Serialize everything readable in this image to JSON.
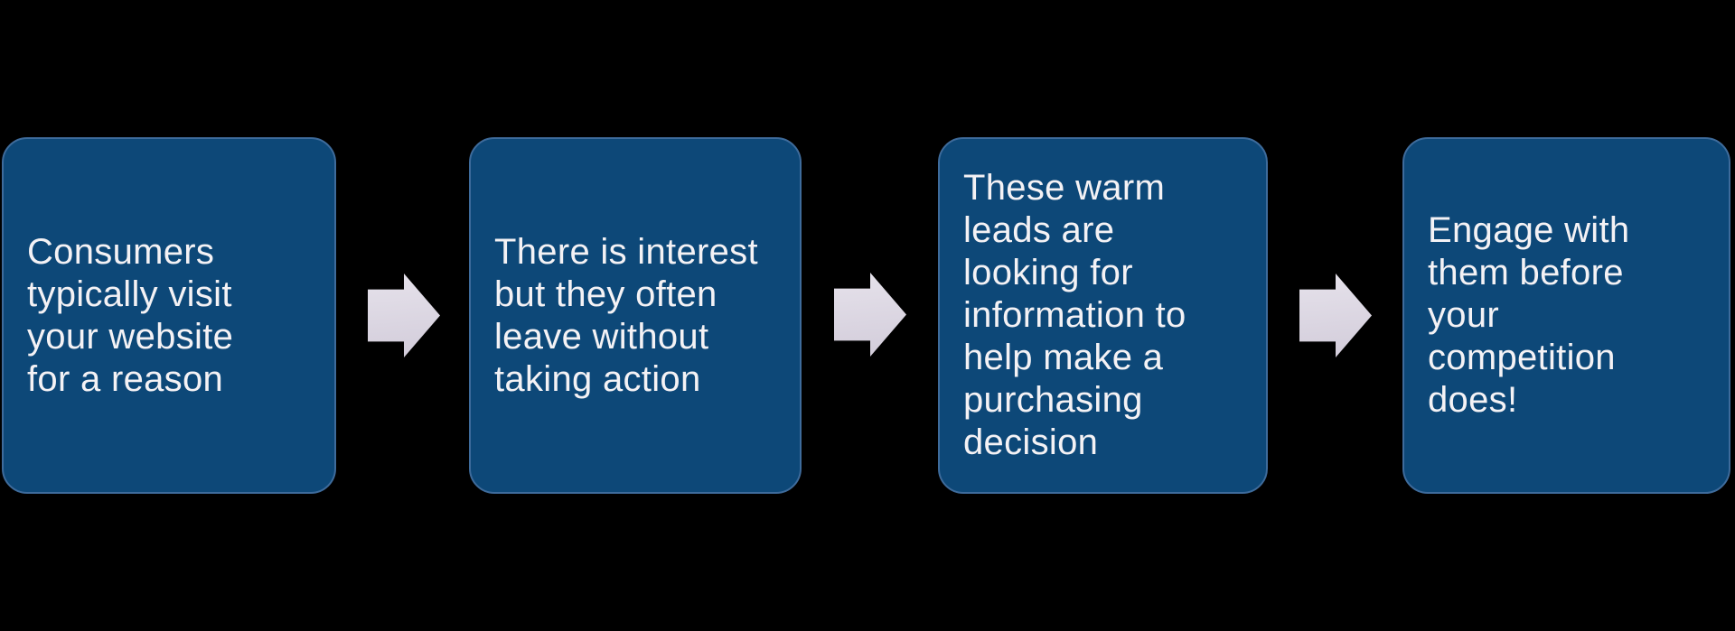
{
  "colors": {
    "background": "#000000",
    "box-fill": "#0d4878",
    "box-border": "#3e6b9b",
    "text": "#f4f2f5",
    "arrow-light": "#e6e2eb",
    "arrow-dark": "#d2ccda"
  },
  "diagram": {
    "steps": [
      {
        "lines": [
          "Consumers",
          "typically visit",
          "your website",
          "for a reason"
        ]
      },
      {
        "lines": [
          "There is interest",
          "but they often",
          "leave without",
          "taking action"
        ]
      },
      {
        "lines": [
          "These warm",
          "leads are",
          "looking for",
          "information to",
          "help make a",
          "purchasing",
          "decision"
        ]
      },
      {
        "lines": [
          "Engage with",
          "them before",
          "your",
          "competition",
          "does!"
        ]
      }
    ]
  }
}
